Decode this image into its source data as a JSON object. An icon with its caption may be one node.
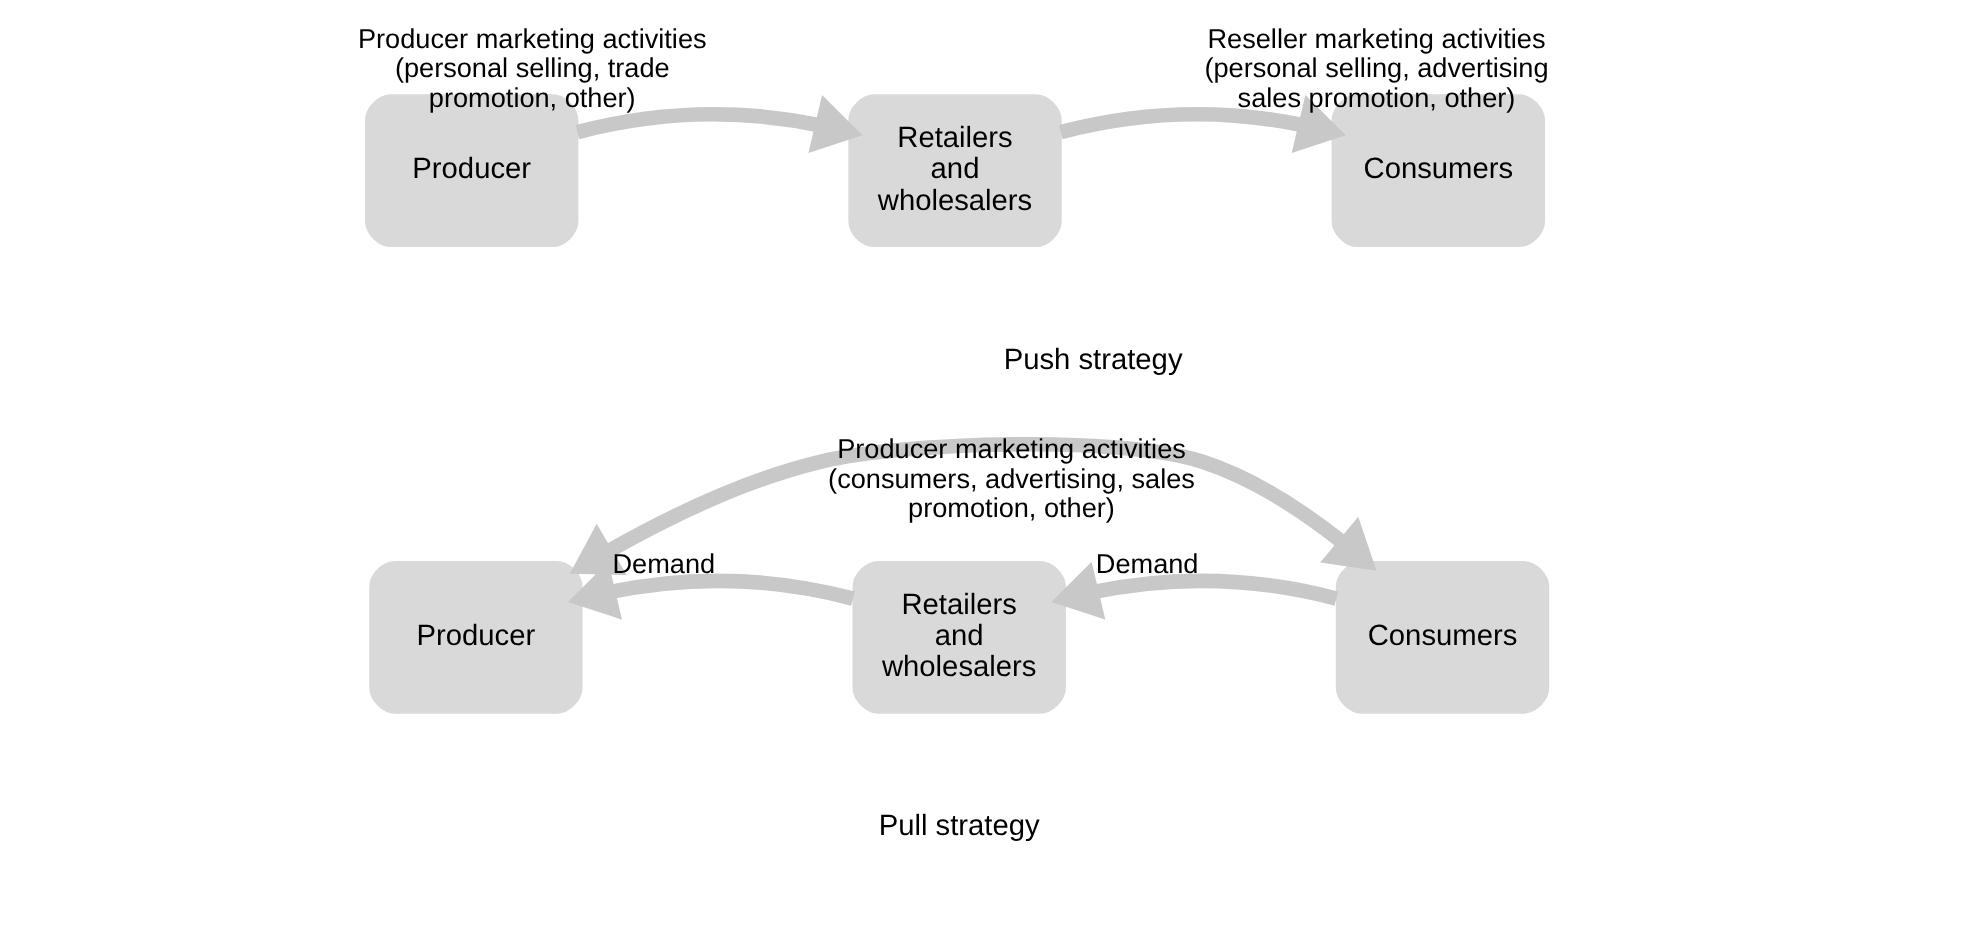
{
  "diagram": {
    "nodes": [
      {
        "text": [
          "Producer"
        ]
      },
      {
        "text": [
          "Retailers and wholesalers"
        ]
      },
      {
        "text": [
          "Consumers"
        ]
      },
      {
        "text": [
          "Producer"
        ]
      },
      {
        "text": [
          "Retailers and wholesalers"
        ]
      },
      {
        "text": [
          "Consumers"
        ]
      }
    ],
    "edges": [
      {
        "from": 0,
        "to": 1,
        "arrow": "to",
        "label": "Producer marketing activities (personal selling, trade promotion, other)"
      },
      {
        "from": 1,
        "to": 2,
        "arrow": "to",
        "label": "Reseller marketing activities (personal selling, advertising sales promotion, other)"
      },
      {
        "from": 5,
        "to": 4,
        "arrow": "to",
        "label": "Demand"
      },
      {
        "from": 4,
        "to": 3,
        "arrow": "to",
        "label": "Demand"
      },
      {
        "from": 3,
        "to": 5,
        "arrow": "both",
        "label": "Producer marketing activities (consumers, advertising, sales promotion, other)"
      }
    ],
    "labels": [
      "Push strategy",
      "Pull strategy"
    ]
  }
}
